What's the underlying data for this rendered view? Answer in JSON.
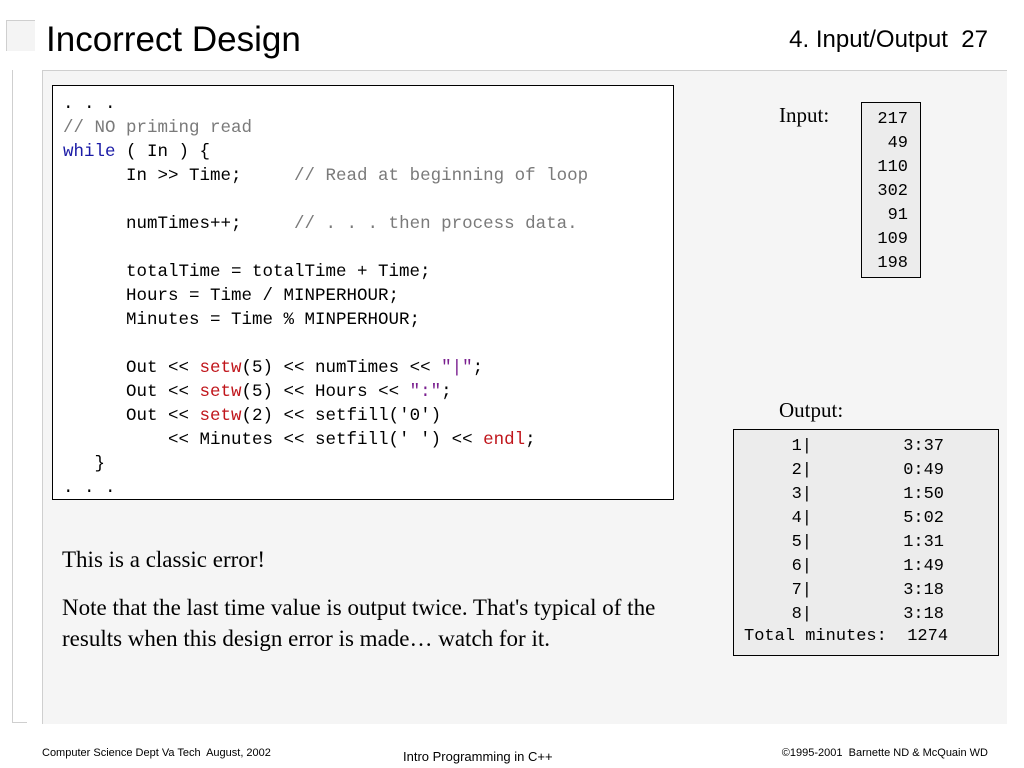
{
  "slide": {
    "title": "Incorrect Design",
    "section": "4. Input/Output",
    "page_number": "27"
  },
  "code": {
    "lines": [
      [
        {
          "t": "",
          "text": ". . ."
        }
      ],
      [
        {
          "t": "cm",
          "text": "// NO priming read"
        }
      ],
      [
        {
          "t": "kw",
          "text": "while"
        },
        {
          "t": "",
          "text": " ( In ) {"
        }
      ],
      [
        {
          "t": "",
          "text": "      In >> Time;     "
        },
        {
          "t": "cm",
          "text": "// Read at beginning of loop"
        }
      ],
      [
        {
          "t": "",
          "text": ""
        }
      ],
      [
        {
          "t": "",
          "text": "      numTimes++;     "
        },
        {
          "t": "cm",
          "text": "// . . . then process data."
        }
      ],
      [
        {
          "t": "",
          "text": ""
        }
      ],
      [
        {
          "t": "",
          "text": "      totalTime = totalTime + Time;"
        }
      ],
      [
        {
          "t": "",
          "text": "      Hours = Time / MINPERHOUR;"
        }
      ],
      [
        {
          "t": "",
          "text": "      Minutes = Time % MINPERHOUR;"
        }
      ],
      [
        {
          "t": "",
          "text": ""
        }
      ],
      [
        {
          "t": "",
          "text": "      Out << "
        },
        {
          "t": "fn",
          "text": "setw"
        },
        {
          "t": "",
          "text": "(5) << numTimes << "
        },
        {
          "t": "st",
          "text": "\"|\""
        },
        {
          "t": "",
          "text": ";"
        }
      ],
      [
        {
          "t": "",
          "text": "      Out << "
        },
        {
          "t": "fn",
          "text": "setw"
        },
        {
          "t": "",
          "text": "(5) << Hours << "
        },
        {
          "t": "st",
          "text": "\":\""
        },
        {
          "t": "",
          "text": ";"
        }
      ],
      [
        {
          "t": "",
          "text": "      Out << "
        },
        {
          "t": "fn",
          "text": "setw"
        },
        {
          "t": "",
          "text": "(2) << setfill('0')"
        }
      ],
      [
        {
          "t": "",
          "text": "          << Minutes << setfill(' ') << "
        },
        {
          "t": "fn",
          "text": "endl"
        },
        {
          "t": "",
          "text": ";"
        }
      ],
      [
        {
          "t": "",
          "text": "   }"
        }
      ],
      [
        {
          "t": "",
          "text": ". . ."
        }
      ]
    ]
  },
  "input": {
    "label": "Input:",
    "values": [
      "217",
      "49",
      "110",
      "302",
      "91",
      "109",
      "198"
    ]
  },
  "output": {
    "label": "Output:",
    "rows": [
      {
        "num": "1|",
        "time": "3:37"
      },
      {
        "num": "2|",
        "time": "0:49"
      },
      {
        "num": "3|",
        "time": "1:50"
      },
      {
        "num": "4|",
        "time": "5:02"
      },
      {
        "num": "5|",
        "time": "1:31"
      },
      {
        "num": "6|",
        "time": "1:49"
      },
      {
        "num": "7|",
        "time": "3:18"
      },
      {
        "num": "8|",
        "time": "3:18"
      }
    ],
    "total": "Total minutes:  1274"
  },
  "notes": {
    "line1": "This is a classic error!",
    "line2": "Note that the last time value is output twice.  That's typical of the results when this design error is made… watch for it."
  },
  "footer": {
    "left": "Computer Science Dept Va Tech  August, 2002",
    "center": "Intro Programming in C++",
    "right": "©1995-2001  Barnette ND & McQuain WD"
  },
  "colors": {
    "keyword": "#1a1aa6",
    "comment": "#7a7a7a",
    "function": "#c0151b",
    "string": "#7a1f8f"
  }
}
